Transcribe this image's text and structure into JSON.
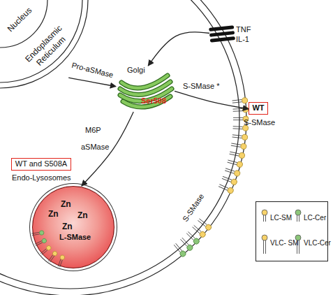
{
  "diagram": {
    "nodes": [
      {
        "text": [
          "Nucleus"
        ]
      },
      {
        "text": [
          "Endoplasmic Reticulum"
        ]
      },
      {
        "text": [
          "TNF IL-1"
        ]
      },
      {
        "text": [
          "Golgi",
          "Ser508"
        ]
      },
      {
        "text": [
          "WT",
          "S-SMase"
        ]
      },
      {
        "text": [
          "WT and S508A"
        ]
      },
      {
        "text": [
          "Endo-Lysosomes",
          "Zn",
          "Zn",
          "Zn",
          "Zn",
          "L-SMase"
        ]
      }
    ],
    "edges": [
      {
        "from": 1,
        "to": 3,
        "arrow": "to",
        "label": "Pro-aSMase"
      },
      {
        "from": 2,
        "to": 3,
        "arrow": "to"
      },
      {
        "from": 3,
        "to": 4,
        "arrow": "to",
        "label": "S-SMase *"
      },
      {
        "from": 3,
        "to": 6,
        "arrow": "to",
        "label": "aSMase"
      }
    ],
    "labels": [
      "M6P",
      "S-SMase"
    ],
    "legend": [
      {
        "text": "LC-SM",
        "color": "#f7d26a"
      },
      {
        "text": "LC-Cer",
        "color": "#8cc67a"
      },
      {
        "text": "VLC- SM",
        "color": "#f7d26a"
      },
      {
        "text": "VLC-Cer",
        "color": "#8cc67a"
      }
    ]
  }
}
